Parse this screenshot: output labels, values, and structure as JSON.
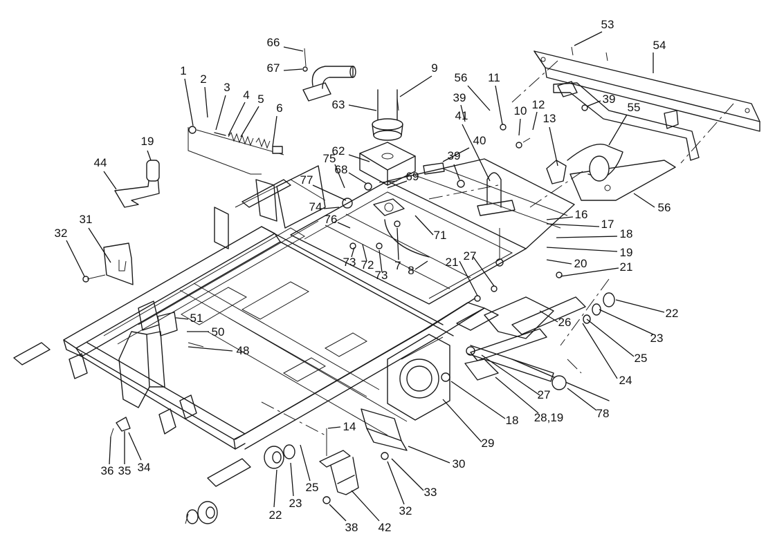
{
  "diagram": {
    "callouts": [
      {
        "label": "1"
      },
      {
        "label": "2"
      },
      {
        "label": "3"
      },
      {
        "label": "4"
      },
      {
        "label": "5"
      },
      {
        "label": "6"
      },
      {
        "label": "9"
      },
      {
        "label": "66"
      },
      {
        "label": "67"
      },
      {
        "label": "63"
      },
      {
        "label": "56"
      },
      {
        "label": "11"
      },
      {
        "label": "53"
      },
      {
        "label": "54"
      },
      {
        "label": "39"
      },
      {
        "label": "10"
      },
      {
        "label": "12"
      },
      {
        "label": "39"
      },
      {
        "label": "55"
      },
      {
        "label": "41"
      },
      {
        "label": "13"
      },
      {
        "label": "40"
      },
      {
        "label": "19"
      },
      {
        "label": "44"
      },
      {
        "label": "62"
      },
      {
        "label": "39"
      },
      {
        "label": "75"
      },
      {
        "label": "68"
      },
      {
        "label": "69"
      },
      {
        "label": "77"
      },
      {
        "label": "74"
      },
      {
        "label": "76"
      },
      {
        "label": "71"
      },
      {
        "label": "56"
      },
      {
        "label": "16"
      },
      {
        "label": "17"
      },
      {
        "label": "18"
      },
      {
        "label": "19"
      },
      {
        "label": "31"
      },
      {
        "label": "32"
      },
      {
        "label": "73"
      },
      {
        "label": "72"
      },
      {
        "label": "7"
      },
      {
        "label": "73"
      },
      {
        "label": "8"
      },
      {
        "label": "21"
      },
      {
        "label": "27"
      },
      {
        "label": "20"
      },
      {
        "label": "21"
      },
      {
        "label": "22"
      },
      {
        "label": "26"
      },
      {
        "label": "23"
      },
      {
        "label": "51"
      },
      {
        "label": "50"
      },
      {
        "label": "48"
      },
      {
        "label": "25"
      },
      {
        "label": "24"
      },
      {
        "label": "27"
      },
      {
        "label": "78"
      },
      {
        "label": "18"
      },
      {
        "label": "28,19"
      },
      {
        "label": "29"
      },
      {
        "label": "14"
      },
      {
        "label": "30"
      },
      {
        "label": "36"
      },
      {
        "label": "35"
      },
      {
        "label": "34"
      },
      {
        "label": "25"
      },
      {
        "label": "23"
      },
      {
        "label": "33"
      },
      {
        "label": "22"
      },
      {
        "label": "32"
      },
      {
        "label": "38"
      },
      {
        "label": "42"
      }
    ]
  }
}
